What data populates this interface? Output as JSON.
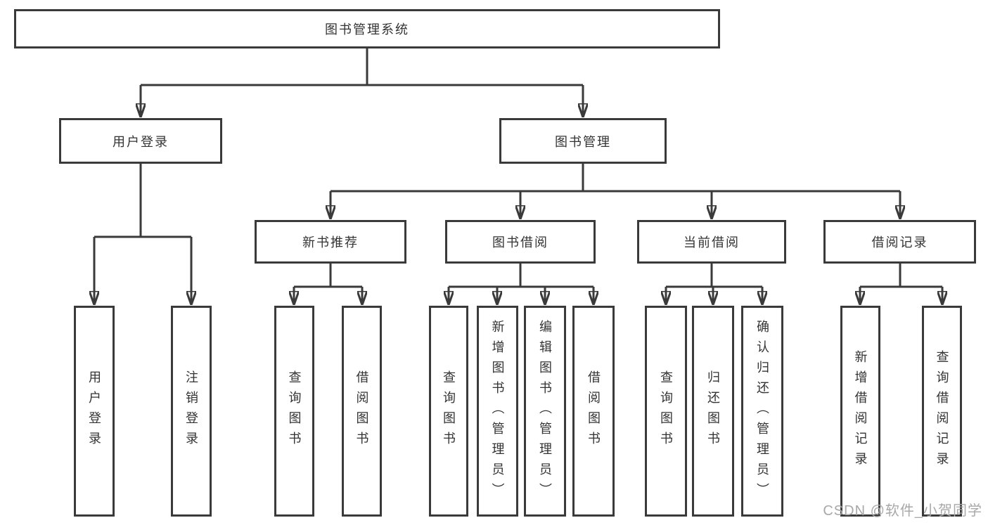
{
  "diagram": {
    "root": {
      "label": "图书管理系统"
    },
    "branches": [
      {
        "label": "用户登录",
        "children": [
          {
            "label": "用户登录"
          },
          {
            "label": "注销登录"
          }
        ]
      },
      {
        "label": "图书管理",
        "children": [
          {
            "label": "新书推荐",
            "children": [
              {
                "label": "查询图书"
              },
              {
                "label": "借阅图书"
              }
            ]
          },
          {
            "label": "图书借阅",
            "children": [
              {
                "label": "查询图书"
              },
              {
                "label": "新增图书（管理员）"
              },
              {
                "label": "编辑图书（管理员）"
              },
              {
                "label": "借阅图书"
              }
            ]
          },
          {
            "label": "当前借阅",
            "children": [
              {
                "label": "查询图书"
              },
              {
                "label": "归还图书"
              },
              {
                "label": "确认归还（管理员）"
              }
            ]
          },
          {
            "label": "借阅记录",
            "children": [
              {
                "label": "新增借阅记录"
              },
              {
                "label": "查询借阅记录"
              }
            ]
          }
        ]
      }
    ],
    "colors": {
      "line": "#3a3a3a",
      "text": "#333333",
      "box_background": "#ffffff",
      "watermark": "#a8a8a8"
    }
  },
  "watermark": {
    "text": "CSDN @软件_小贺同学"
  }
}
